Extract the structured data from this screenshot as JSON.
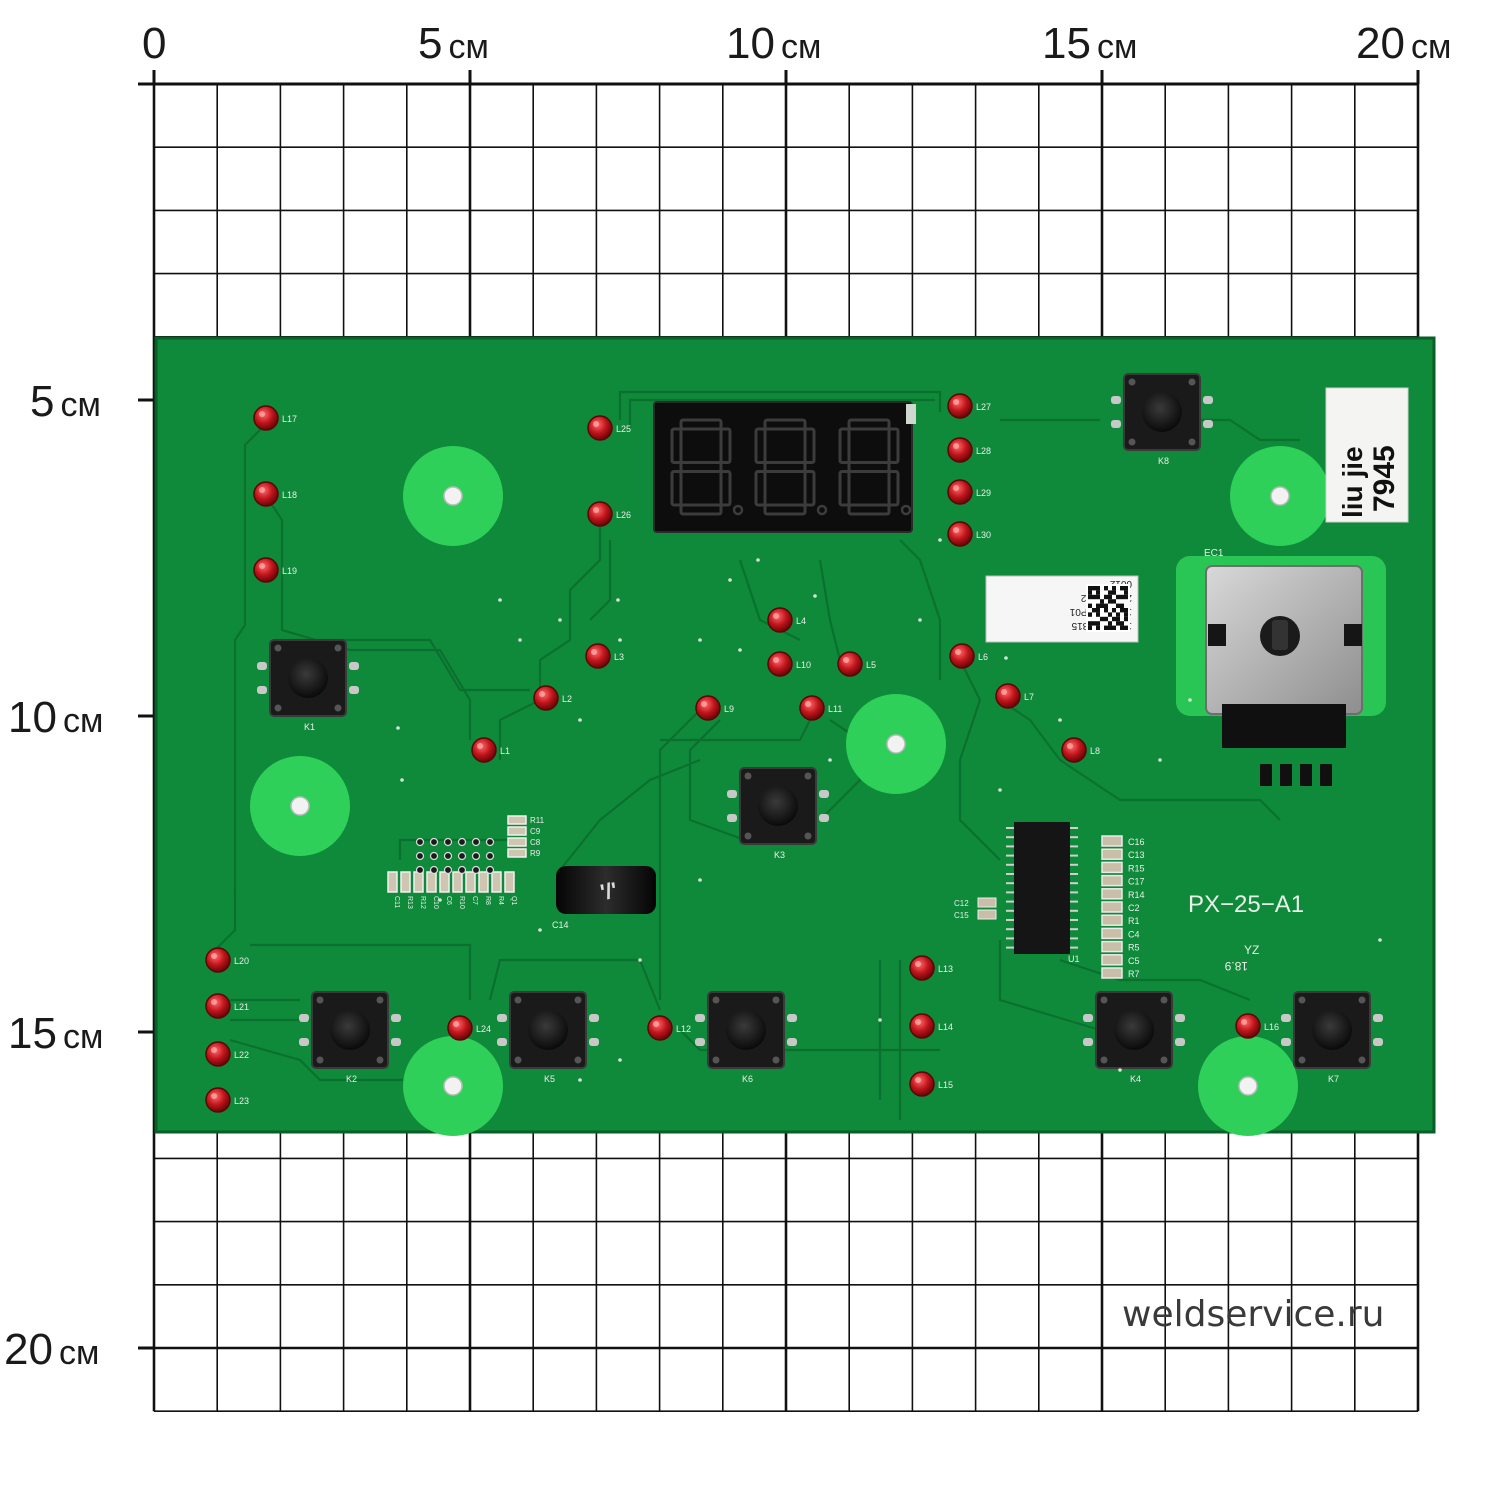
{
  "ruler": {
    "top_labels": [
      {
        "num": "0",
        "unit": ""
      },
      {
        "num": "5",
        "unit": "см"
      },
      {
        "num": "10",
        "unit": "см"
      },
      {
        "num": "15",
        "unit": "см"
      },
      {
        "num": "20",
        "unit": "см"
      }
    ],
    "left_labels": [
      {
        "num": "5",
        "unit": "см"
      },
      {
        "num": "10",
        "unit": "см"
      },
      {
        "num": "15",
        "unit": "см"
      },
      {
        "num": "20",
        "unit": "см"
      }
    ]
  },
  "board": {
    "model": "PX−25−A1",
    "yz_mark": "YZ",
    "yz_code": "18.9",
    "sticker": {
      "line1": "liu jie",
      "line2": "7945"
    },
    "label": {
      "line1": "11000498815",
      "line2": "10055492P01",
      "line3": "2018-10-22",
      "line4": "0012"
    },
    "encoder_label": "EC1",
    "display_label": "888",
    "chip_label": "U1",
    "cap_label": "C14",
    "buttons": [
      "K1",
      "K2",
      "K3",
      "K4",
      "K5",
      "K6",
      "K7",
      "K8"
    ],
    "leds": [
      "L1",
      "L2",
      "L3",
      "L4",
      "L5",
      "L6",
      "L7",
      "L8",
      "L9",
      "L10",
      "L11",
      "L12",
      "L13",
      "L14",
      "L15",
      "L16",
      "L17",
      "L18",
      "L19",
      "L20",
      "L21",
      "L22",
      "L23",
      "L24",
      "L25",
      "L26",
      "L27",
      "L28",
      "L29",
      "L30"
    ],
    "smd_right": [
      "C16",
      "C13",
      "R15",
      "C17",
      "R14",
      "C2",
      "R1",
      "C4",
      "R5",
      "C5",
      "R7"
    ],
    "smd_left_top": [
      "R11",
      "C9",
      "C8",
      "R9"
    ],
    "smd_row": [
      "C11",
      "R13",
      "R12",
      "C10",
      "C6",
      "R10",
      "C7",
      "R8",
      "R4",
      "Q1"
    ],
    "smd_mid": [
      "C12",
      "C15"
    ]
  },
  "watermark": "weldservice.ru",
  "colors": {
    "pcb": "#0f8a3a",
    "pcb_dark": "#0b6e2e",
    "pad_ring": "#2fd05a",
    "grid": "#111111"
  }
}
